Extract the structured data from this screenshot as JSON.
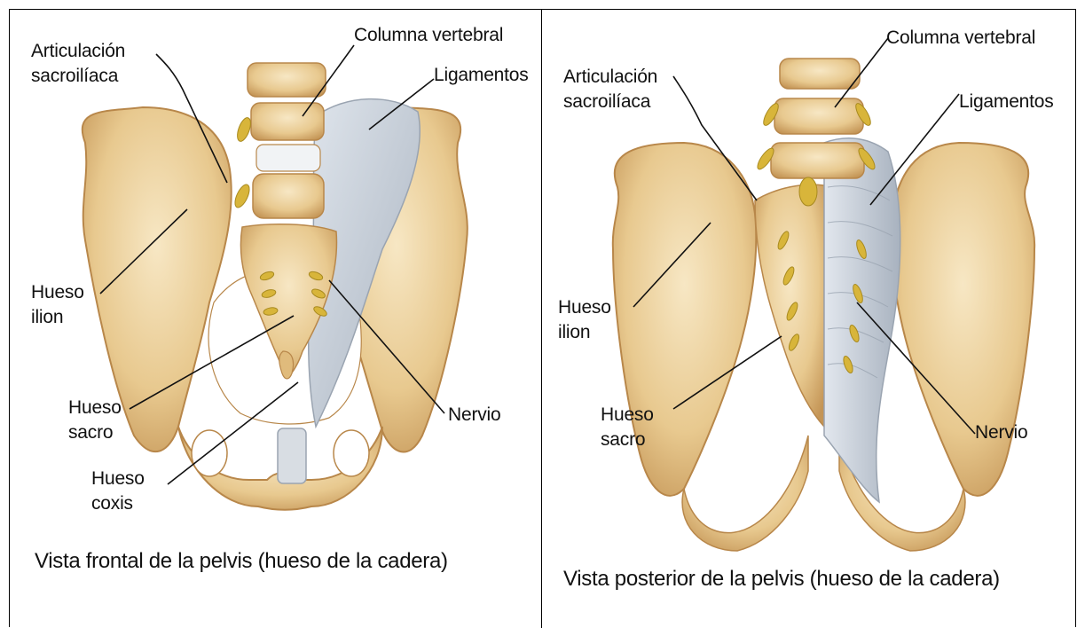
{
  "colors": {
    "bone": "#e8c98f",
    "bone_light": "#f6e4bd",
    "bone_shadow": "#c99b58",
    "ligament": "#c9d0d8",
    "ligament_shadow": "#9aa4b1",
    "nerve": "#d8b53a",
    "leader_line": "#111111",
    "border": "#000000"
  },
  "left_panel": {
    "labels": {
      "articulacion": "Articulación\nsacroilíaca",
      "columna": "Columna vertebral",
      "ligamentos": "Ligamentos",
      "ilion": "Hueso\nilion",
      "sacro": "Hueso\nsacro",
      "coxis": "Hueso\ncoxis",
      "nervio": "Nervio"
    },
    "caption": "Vista frontal de la pelvis (hueso de la cadera)"
  },
  "right_panel": {
    "labels": {
      "articulacion": "Articulación\nsacroilíaca",
      "columna": "Columna vertebral",
      "ligamentos": "Ligamentos",
      "ilion": "Hueso\nilion",
      "sacro": "Hueso\nsacro",
      "nervio": "Nervio"
    },
    "caption": "Vista posterior de la pelvis (hueso de la cadera)"
  }
}
